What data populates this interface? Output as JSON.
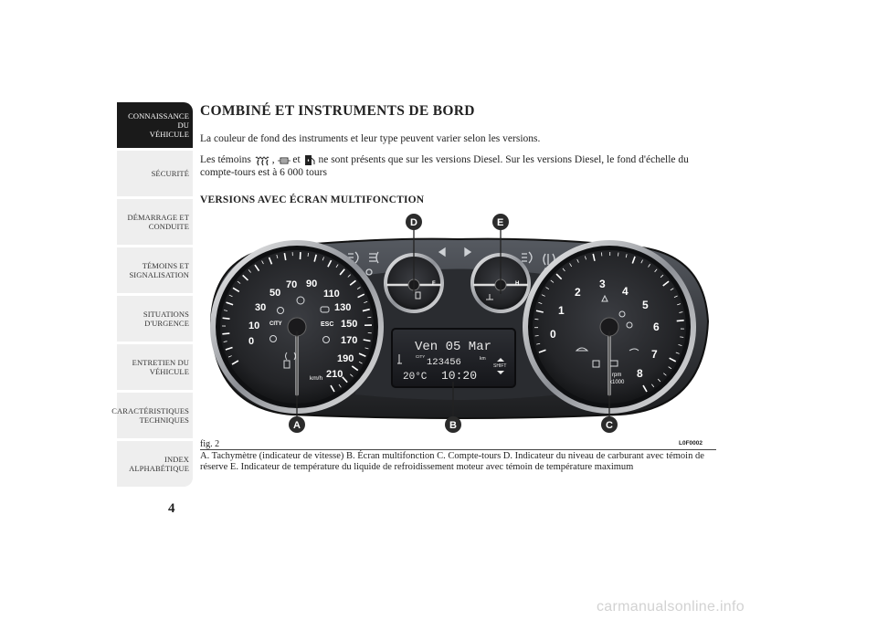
{
  "sidebar": {
    "items": [
      {
        "label": "CONNAISSANCE DU\nVÉHICULE",
        "active": true
      },
      {
        "label": "SÉCURITÉ",
        "active": false
      },
      {
        "label": "DÉMARRAGE ET\nCONDUITE",
        "active": false
      },
      {
        "label": "TÉMOINS ET\nSIGNALISATION",
        "active": false
      },
      {
        "label": "SITUATIONS\nD'URGENCE",
        "active": false
      },
      {
        "label": "ENTRETIEN DU\nVÉHICULE",
        "active": false
      },
      {
        "label": "CARACTÉRISTIQUES\nTECHNIQUES",
        "active": false
      },
      {
        "label": "INDEX\nALPHABÉTIQUE",
        "active": false
      }
    ]
  },
  "page_number": "4",
  "title": "COMBINÉ ET INSTRUMENTS DE BORD",
  "para1": "La couleur de fond des instruments et leur type peuvent varier selon les versions.",
  "para2": {
    "prefix": "Les témoins",
    "sep1": ",",
    "sep2": "et",
    "suffix": "ne sont présents que sur les versions Diesel. Sur les versions Diesel, le fond d'échelle du compte-tours est à 6 000 tours"
  },
  "subtitle": "VERSIONS AVEC ÉCRAN MULTIFONCTION",
  "figure": {
    "speedo_labels": [
      "0",
      "10",
      "30",
      "50",
      "70",
      "90",
      "110",
      "130",
      "150",
      "170",
      "190",
      "210"
    ],
    "speedo_unit": "km/h",
    "speedo_city": "CITY",
    "speedo_esc": "ESC",
    "tacho_labels": [
      "0",
      "1",
      "2",
      "3",
      "4",
      "5",
      "6",
      "7",
      "8"
    ],
    "tacho_unit": "rpm",
    "tacho_mult": "x1000",
    "display_line1": "Ven 05 Mar",
    "display_city": "CITY",
    "display_odo": "123456",
    "display_km": "km",
    "display_temp": "20°C",
    "display_time": "10:20",
    "display_shift": "SHIFT",
    "fuel_f": "F",
    "temp_h": "H",
    "callouts": [
      "A",
      "B",
      "C",
      "D",
      "E"
    ]
  },
  "fig_label": "fig. 2",
  "fig_code": "L0F0002",
  "caption": "A. Tachymètre (indicateur de vitesse) B. Écran multifonction C. Compte-tours D. Indicateur du niveau de carburant avec témoin de réserve E. Indicateur de température du liquide de refroidissement moteur avec témoin de température maximum",
  "watermark": "carmanualsonline.info",
  "colors": {
    "tab_active": "#1a1a1a",
    "tab_inactive": "#eeeeee",
    "callout": "#2b2b2b"
  }
}
